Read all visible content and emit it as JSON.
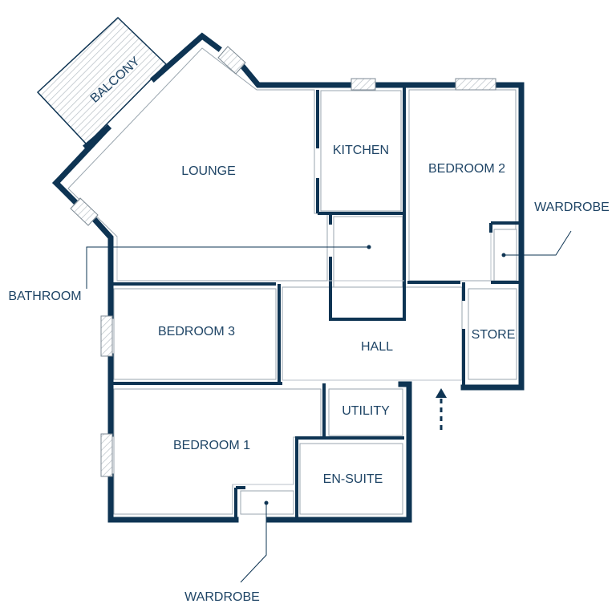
{
  "rooms": {
    "balcony": "BALCONY",
    "lounge": "LOUNGE",
    "kitchen": "KITCHEN",
    "bedroom2": "BEDROOM 2",
    "bedroom3": "BEDROOM 3",
    "hall": "HALL",
    "store": "STORE",
    "utility": "UTILITY",
    "bedroom1": "BEDROOM 1",
    "ensuite": "EN-SUITE"
  },
  "callouts": {
    "bathroom": "BATHROOM",
    "wardrobe_right": "WARDROBE",
    "wardrobe_bottom": "WARDROBE"
  },
  "colors": {
    "wall": "#0e3453",
    "text": "#1f4566"
  },
  "entrance": "entrance-arrow-icon"
}
